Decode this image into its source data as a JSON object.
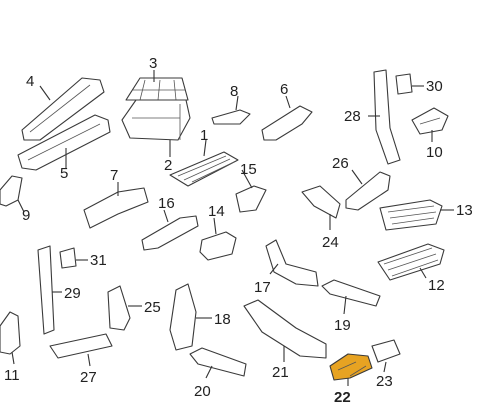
{
  "diagram": {
    "highlight_color": "#e7a322",
    "part_numbers": [
      "1",
      "2",
      "3",
      "4",
      "5",
      "6",
      "7",
      "8",
      "9",
      "10",
      "11",
      "12",
      "13",
      "14",
      "15",
      "16",
      "17",
      "18",
      "19",
      "20",
      "21",
      "22",
      "23",
      "24",
      "25",
      "26",
      "27",
      "28",
      "29",
      "30",
      "31"
    ],
    "highlighted_part": "22"
  }
}
